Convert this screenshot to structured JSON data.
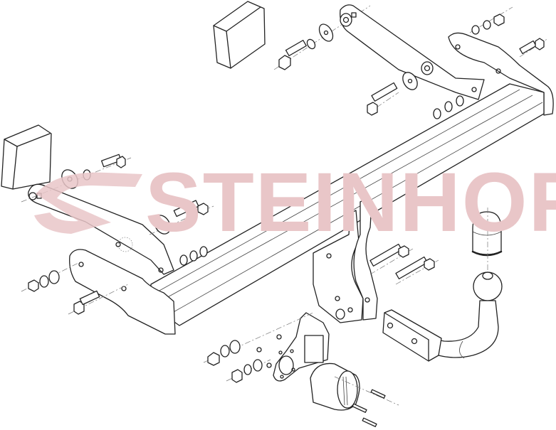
{
  "diagram": {
    "type": "exploded-view-assembly",
    "subject": "towbar / tow hitch assembly",
    "watermark": {
      "brand": "STEINHOF",
      "registered_mark": "®",
      "color": "#e9c6c8"
    },
    "line_color": "#222222",
    "background": "#ffffff",
    "components": [
      {
        "name": "spacer-block-top",
        "label": "spacer block"
      },
      {
        "name": "spacer-block-left",
        "label": "spacer block"
      },
      {
        "name": "left-side-bracket",
        "label": "left side bracket arm"
      },
      {
        "name": "right-side-bracket",
        "label": "right side bracket arm"
      },
      {
        "name": "crossbar",
        "label": "main cross beam"
      },
      {
        "name": "left-end-plate",
        "label": "left end plate"
      },
      {
        "name": "right-end-plate",
        "label": "right end plate"
      },
      {
        "name": "center-mount-brackets",
        "label": "center ball-arm mount"
      },
      {
        "name": "tow-ball-arm",
        "label": "tow ball neck"
      },
      {
        "name": "tow-ball-cap",
        "label": "ball cover cap"
      },
      {
        "name": "socket-plate",
        "label": "electrical socket bracket"
      },
      {
        "name": "electric-socket",
        "label": "7/13-pin socket"
      },
      {
        "name": "bolts",
        "label": "hex bolts",
        "count": 9
      },
      {
        "name": "washers",
        "label": "washers"
      },
      {
        "name": "nuts",
        "label": "hex nuts"
      },
      {
        "name": "screws",
        "label": "socket screws",
        "count": 3
      }
    ]
  }
}
